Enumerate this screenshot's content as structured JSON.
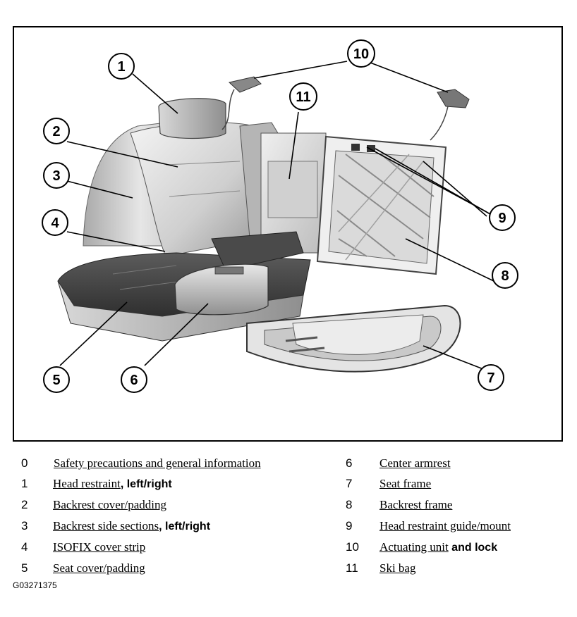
{
  "diagram": {
    "callouts": [
      "1",
      "2",
      "3",
      "4",
      "5",
      "6",
      "7",
      "8",
      "9",
      "10",
      "11"
    ]
  },
  "legend": [
    {
      "num": "0",
      "link": "Safety precautions and general information",
      "suffix": ""
    },
    {
      "num": "1",
      "link": "Head restraint",
      "suffix": ", left/right"
    },
    {
      "num": "2",
      "link": "Backrest cover/padding",
      "suffix": ""
    },
    {
      "num": "3",
      "link": "Backrest side sections",
      "suffix": ", left/right"
    },
    {
      "num": "4",
      "link": "ISOFIX cover strip",
      "suffix": ""
    },
    {
      "num": "5",
      "link": "Seat cover/padding",
      "suffix": ""
    },
    {
      "num": "6",
      "link": "Center armrest",
      "suffix": ""
    },
    {
      "num": "7",
      "link": "Seat frame",
      "suffix": ""
    },
    {
      "num": "8",
      "link": "Backrest frame",
      "suffix": ""
    },
    {
      "num": "9",
      "link": "Head restraint guide/mount",
      "suffix": ""
    },
    {
      "num": "10",
      "link": "Actuating unit",
      "suffix": " and lock"
    },
    {
      "num": "11",
      "link": "Ski bag",
      "suffix": ""
    }
  ],
  "figure_id": "G03271375"
}
